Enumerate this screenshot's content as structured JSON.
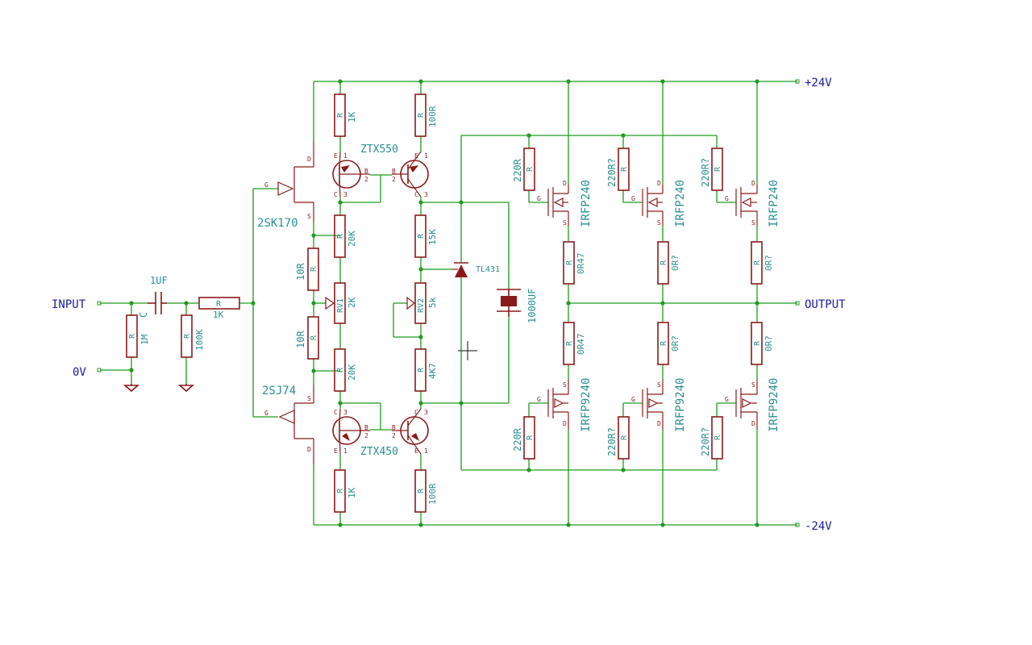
{
  "nets": {
    "input": "INPUT",
    "zero_volt": "0V",
    "plus_rail": "+24V",
    "minus_rail": "-24V",
    "output": "OUTPUT"
  },
  "parts": {
    "c_in_value": "1UF",
    "c_in_ref": "C",
    "r_1m": "1M",
    "r_100k": "100K",
    "r_in_value": "1K",
    "ref_r": "R",
    "jfet_n": "2SK170",
    "jfet_p": "2SJ74",
    "r_10r": "10R",
    "r_1k": "1K",
    "r_20k": "20K",
    "r_2k": "2K",
    "rv1": "RV1",
    "r_100r": "100R",
    "r_15k": "15K",
    "r_5k": "5k",
    "rv2": "RV2",
    "r_4k7": "4K7",
    "npn_ref": "ZTX550",
    "pnp_ref": "ZTX450",
    "shunt_ref": "TL431",
    "cap_bulk": "1000UF",
    "r_gate_1": "220R",
    "r_gate_q": "220R?",
    "r_src_1": "0R47",
    "r_src_q": "0R?",
    "mos_n": "IRFP240",
    "mos_p": "IRFP9240"
  },
  "pins": {
    "g": "G",
    "d": "D",
    "s": "S",
    "b": "B",
    "c": "C",
    "e": "E",
    "p1": "1",
    "p2": "2",
    "p3": "3"
  }
}
